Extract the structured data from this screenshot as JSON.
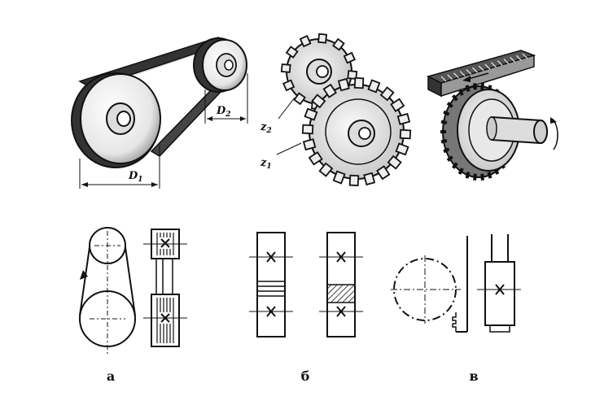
{
  "labels": {
    "belt_d1": "D",
    "belt_d1_sub": "1",
    "belt_d2": "D",
    "belt_d2_sub": "2",
    "gear_z1": "z",
    "gear_z1_sub": "1",
    "gear_z2": "z",
    "gear_z2_sub": "2"
  },
  "captions": {
    "a": "а",
    "b": "б",
    "v": "в"
  },
  "colors": {
    "ink": "#111111",
    "shade": "#555555",
    "background": "#ffffff"
  },
  "icons": [
    "belt-drive-illustration",
    "spur-gear-pair-illustration",
    "rack-and-pinion-illustration",
    "belt-schematic-symbol",
    "gear-schematic-symbol",
    "rack-schematic-symbol"
  ]
}
